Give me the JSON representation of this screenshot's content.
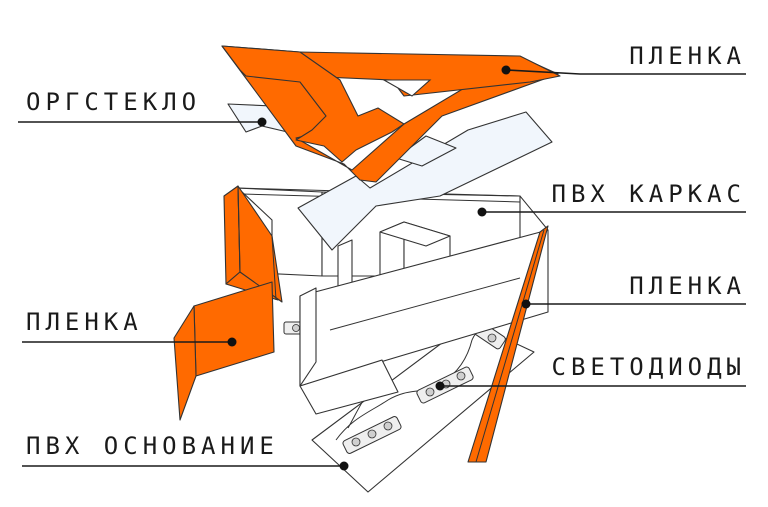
{
  "colors": {
    "film": "#FF6A00",
    "acrylic": "#F1F6FC",
    "pvc": "#FFFFFF",
    "outline": "#333333",
    "text": "#1A1A1A"
  },
  "labels": {
    "film_top": "ПЛЕНКА",
    "acrylic": "ОРГСТЕКЛО",
    "pvc_frame": "ПВХ КАРКАС",
    "film_right": "ПЛЕНКА",
    "film_left": "ПЛЕНКА",
    "leds": "СВЕТОДИОДЫ",
    "pvc_base": "ПВХ ОСНОВАНИЕ"
  }
}
